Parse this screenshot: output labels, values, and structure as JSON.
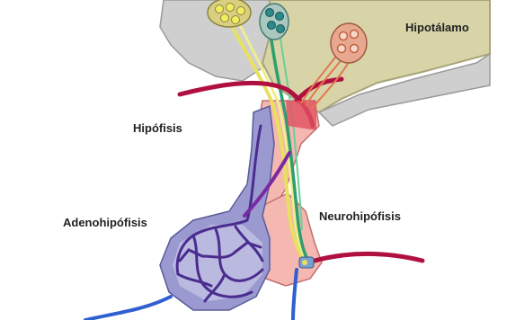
{
  "labels": {
    "hipotalamo": "Hipotálamo",
    "hipofisis": "Hipófisis",
    "adenohipofisis": "Adenohipófisis",
    "neurohipofisis": "Neurohipófisis"
  },
  "colors": {
    "hypothalamus": "#d8d4a8",
    "hypothalamus_edge": "#a8a478",
    "upper_brain": "#cfcfcf",
    "posterior_lobe": "#f4b8b0",
    "anterior_lobe": "#9a9ad0",
    "capillary": "#4b2c8f",
    "artery": "#b01040",
    "vein": "#2f5fd0",
    "axon_yellow": "#e8e060",
    "axon_green": "#2e9e6e",
    "neuron_teal": "#2a8a8a",
    "neuron_orange": "#e07850"
  },
  "icons": [
    "neuron-cluster-icon",
    "capillary-network-icon"
  ]
}
